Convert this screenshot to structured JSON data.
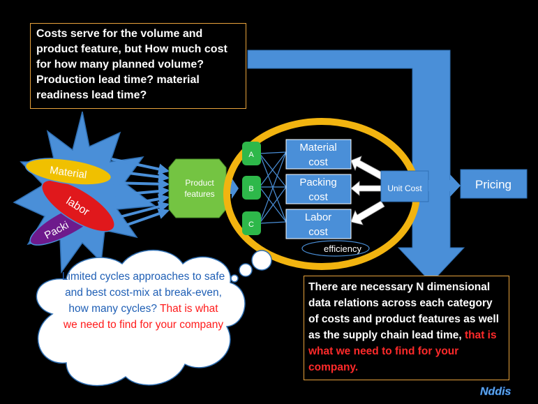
{
  "top_note": "Costs serve for the volume and product feature, but How much cost for how many planned volume? Production lead time? material readiness lead time?",
  "sources": {
    "material": "Material",
    "labor": "labor",
    "packing": "Packi"
  },
  "product_features": {
    "line1": "Product",
    "line2": "features"
  },
  "abc": [
    "A",
    "B",
    "C"
  ],
  "costs": [
    {
      "line1": "Material",
      "line2": "cost"
    },
    {
      "line1": "Packing",
      "line2": "cost"
    },
    {
      "line1": "Labor",
      "line2": "cost"
    }
  ],
  "efficiency": "efficiency",
  "unit_cost": "Unit Cost",
  "pricing": "Pricing",
  "cloud": {
    "blue_text": "Limited cycles approaches to safe and best cost-mix at break-even, how many cycles?",
    "red_text": "That is what we need to find for your company"
  },
  "bottom_note": {
    "white_text": "There are necessary N dimensional data relations across  each category of costs and product features as well as the supply chain lead time,",
    "red_text": "that is what we need to find for your company."
  },
  "logo": "Nddis",
  "colors": {
    "blue": "#4a8fd8",
    "green": "#2eb84a",
    "feature_green": "#74c442",
    "yellow_ring": "#f2b410",
    "material_yellow": "#f0c000",
    "labor_red": "#e0181c",
    "packing_purple": "#6e1a8c",
    "note_border": "#e8a33c"
  }
}
